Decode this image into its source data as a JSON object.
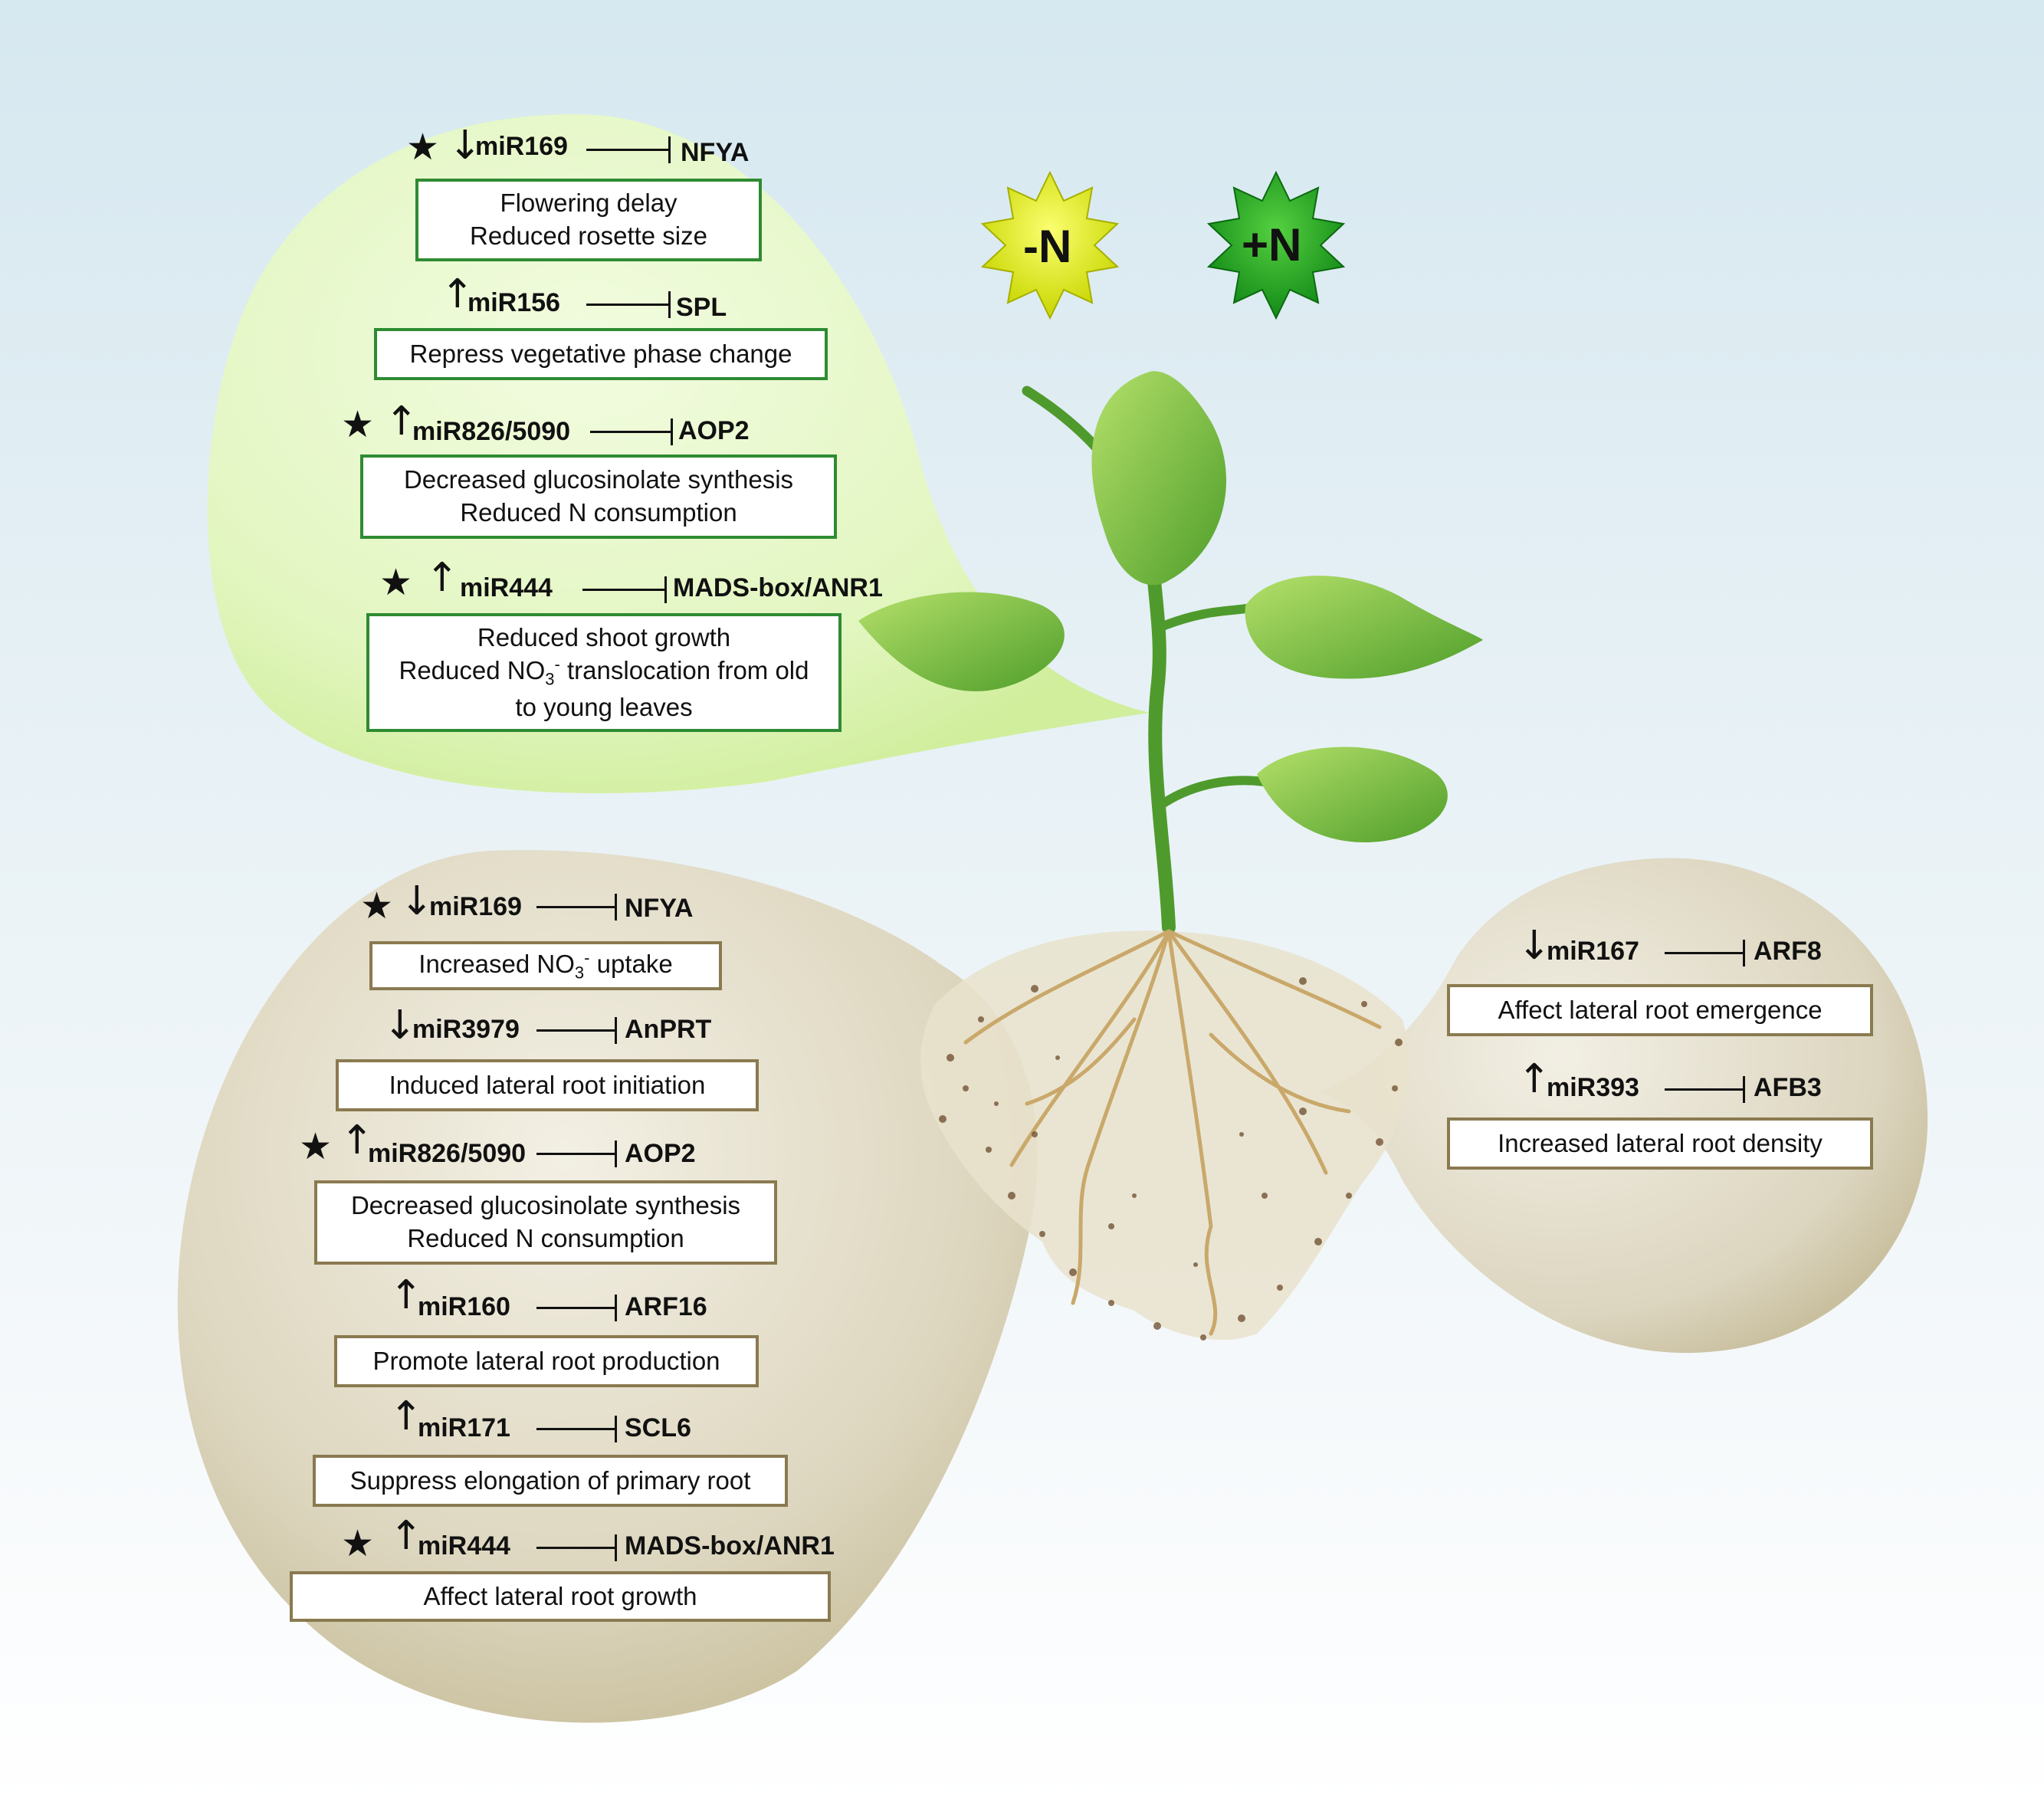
{
  "badges": {
    "minus": "-N",
    "plus": "+N"
  },
  "colors": {
    "shoot_bubble": "#e6f8c8",
    "root_bubble": "#d6d0b8",
    "shoot_border": "#2e8b32",
    "root_border": "#8a7a50",
    "minus_badge": "#e8f020",
    "plus_badge": "#22a022"
  },
  "shoot": [
    {
      "star": true,
      "dir": "↓",
      "mirna": "miR169",
      "target": "NFYA",
      "effects": [
        "Flowering delay",
        "Reduced rosette size"
      ]
    },
    {
      "star": false,
      "dir": "↑",
      "mirna": "miR156",
      "target": "SPL",
      "effects": [
        "Repress vegetative phase change"
      ]
    },
    {
      "star": true,
      "dir": "↑",
      "mirna": "miR826/5090",
      "target": "AOP2",
      "effects": [
        "Decreased glucosinolate synthesis",
        "Reduced N consumption"
      ]
    },
    {
      "star": true,
      "dir": "↑",
      "mirna": "miR444",
      "target": "MADS-box/ANR1",
      "effects": [
        "Reduced shoot growth",
        "Reduced NO",
        "3",
        "-",
        " translocation from old",
        "to young leaves"
      ]
    }
  ],
  "root_left": [
    {
      "star": true,
      "dir": "↓",
      "mirna": "miR169",
      "target": "NFYA",
      "effects": [
        "Increased NO",
        "3",
        "-",
        " uptake"
      ]
    },
    {
      "star": false,
      "dir": "↓",
      "mirna": "miR3979",
      "target": "AnPRT",
      "effects": [
        "Induced lateral root initiation"
      ]
    },
    {
      "star": true,
      "dir": "↑",
      "mirna": "miR826/5090",
      "target": "AOP2",
      "effects": [
        "Decreased glucosinolate synthesis",
        "Reduced N consumption"
      ]
    },
    {
      "star": false,
      "dir": "↑",
      "mirna": "miR160",
      "target": "ARF16",
      "effects": [
        "Promote lateral root production"
      ]
    },
    {
      "star": false,
      "dir": "↑",
      "mirna": "miR171",
      "target": "SCL6",
      "effects": [
        "Suppress elongation of primary root"
      ]
    },
    {
      "star": true,
      "dir": "↑",
      "mirna": "miR444",
      "target": "MADS-box/ANR1",
      "effects": [
        "Affect lateral root growth"
      ]
    }
  ],
  "root_right": [
    {
      "star": false,
      "dir": "↓",
      "mirna": "miR167",
      "target": "ARF8",
      "effects": [
        "Affect lateral root emergence"
      ]
    },
    {
      "star": false,
      "dir": "↑",
      "mirna": "miR393",
      "target": "AFB3",
      "effects": [
        "Increased lateral root density"
      ]
    }
  ]
}
